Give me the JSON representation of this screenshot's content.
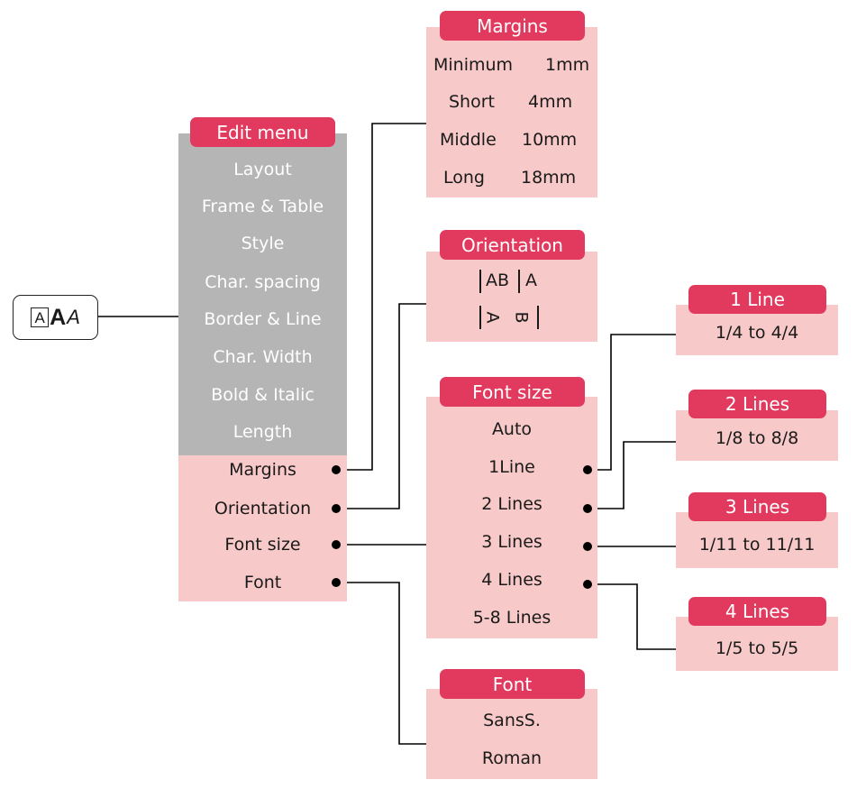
{
  "icon_button": {
    "glyph_a": "A",
    "glyph_b": "A",
    "glyph_c": "A"
  },
  "edit_menu": {
    "title": "Edit menu",
    "gray_items": [
      "Layout",
      "Frame & Table",
      "Style",
      "Char. spacing",
      "Border & Line",
      "Char. Width",
      "Bold & Italic",
      "Length"
    ],
    "pink_items": [
      "Margins",
      "Orientation",
      "Font size",
      "Font"
    ]
  },
  "margins": {
    "title": "Margins",
    "rows": [
      {
        "name": "Minimum",
        "value": "1mm"
      },
      {
        "name": "Short",
        "value": "4mm"
      },
      {
        "name": "Middle",
        "value": "10mm"
      },
      {
        "name": "Long",
        "value": "18mm"
      }
    ]
  },
  "orientation": {
    "title": "Orientation",
    "horizontal": {
      "main": "AB",
      "tail": "A"
    },
    "vertical": {
      "a": "A",
      "b": "B"
    }
  },
  "font_size": {
    "title": "Font size",
    "items": [
      "Auto",
      "1Line",
      "2 Lines",
      "3 Lines",
      "4 Lines",
      "5-8 Lines"
    ]
  },
  "font": {
    "title": "Font",
    "items": [
      "SansS.",
      "Roman"
    ]
  },
  "line_boxes": [
    {
      "title": "1 Line",
      "value": "1/4 to 4/4"
    },
    {
      "title": "2 Lines",
      "value": "1/8 to 8/8"
    },
    {
      "title": "3 Lines",
      "value": "1/11 to 11/11"
    },
    {
      "title": "4 Lines",
      "value": "1/5 to 5/5"
    }
  ],
  "colors": {
    "title_bg": "#e23a5e",
    "panel_bg": "#f7c9c8",
    "menu_gray": "#b5b5b5",
    "line": "#000000"
  }
}
